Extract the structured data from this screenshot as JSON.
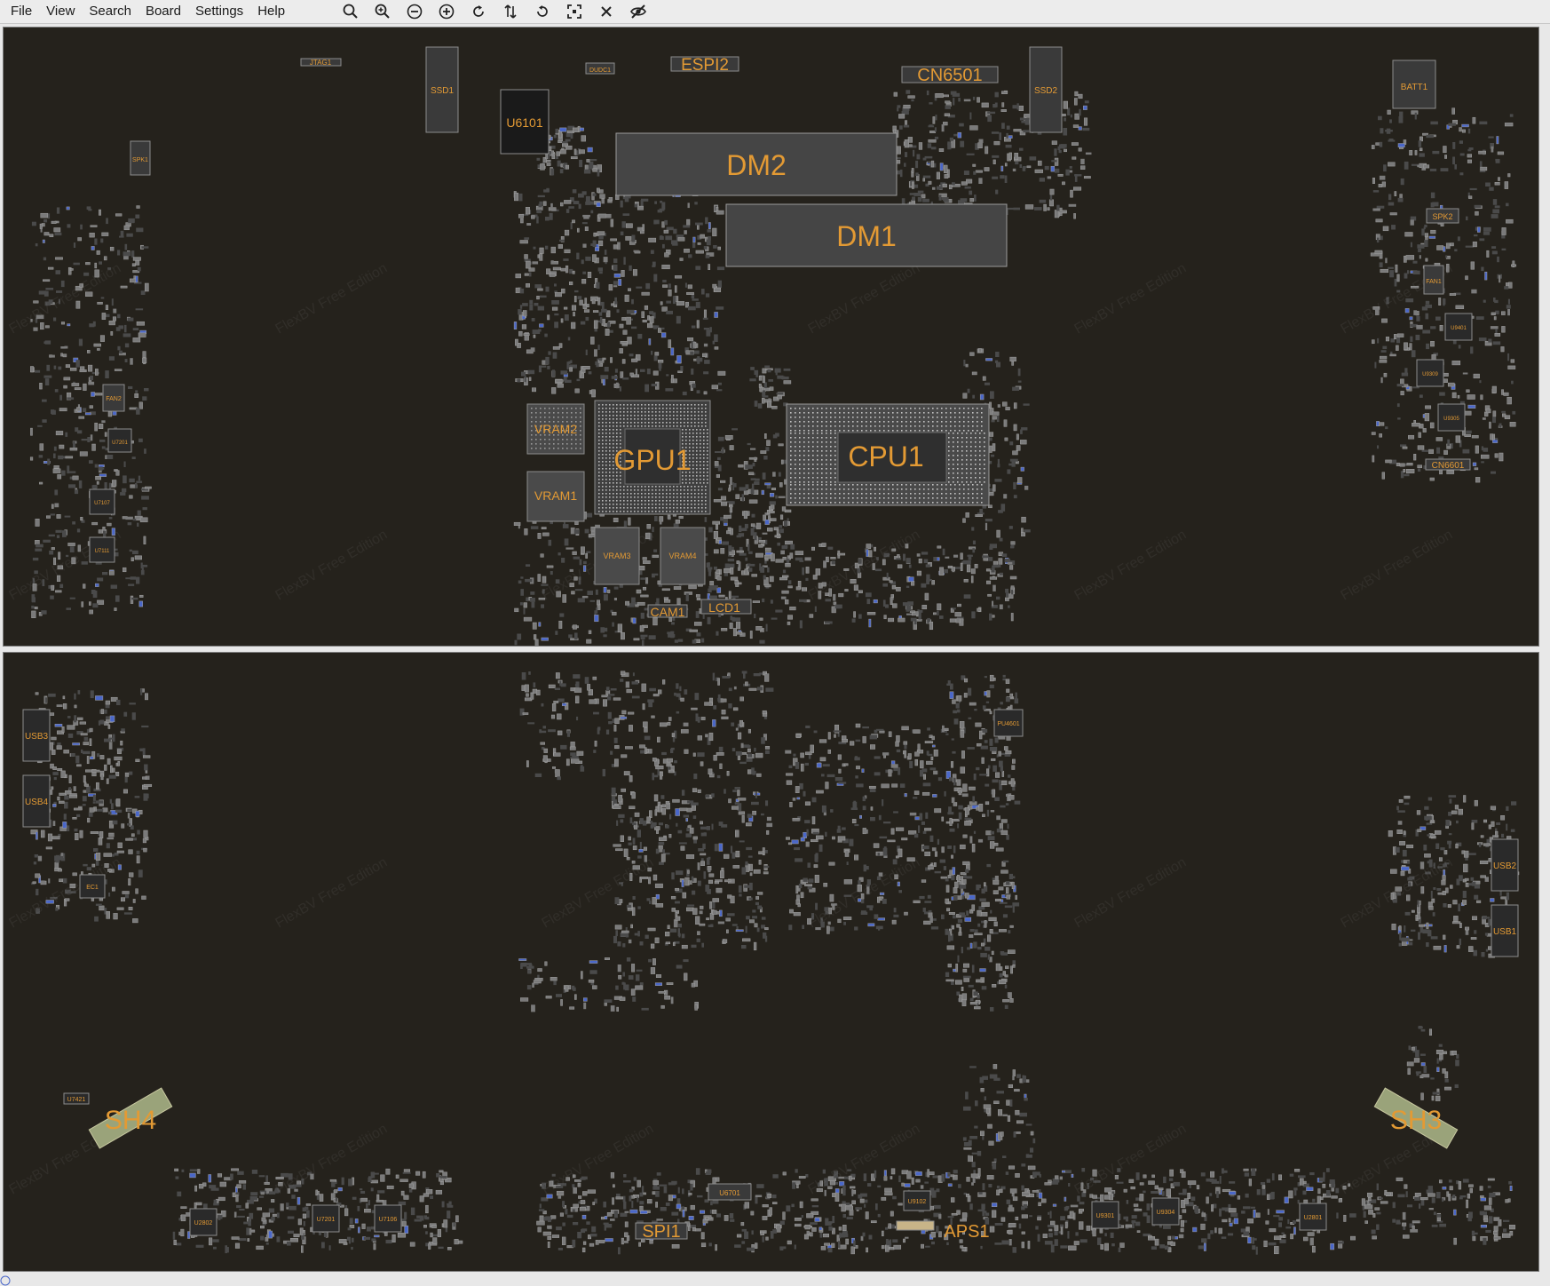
{
  "menu": {
    "file": "File",
    "view": "View",
    "search": "Search",
    "board": "Board",
    "settings": "Settings",
    "help": "Help"
  },
  "toolbar": {
    "icons": [
      "zoom-fit-icon",
      "zoom-in-icon",
      "zoom-out-icon",
      "zoom-add-icon",
      "rotate-ccw-icon",
      "flip-icon",
      "rotate-cw-icon",
      "fit-screen-icon",
      "close-icon",
      "hide-icon"
    ]
  },
  "colors": {
    "board_bg": "#25221c",
    "label": "#e39a34",
    "component": "#3c3c3c",
    "component_edge": "#8a8a8a",
    "pad_blue": "#4a67c9"
  },
  "watermark": "FlexBV Free Edition",
  "top_board": {
    "labels": {
      "jtag": "JTAG1",
      "espi": "ESPI2",
      "ssd1": "SSD1",
      "ssd2": "SSD2",
      "dudc": "DUDC1",
      "cn6501": "CN6501",
      "u6101": "U6101",
      "dm2": "DM2",
      "dm1": "DM1",
      "batt": "BATT1",
      "spk1": "SPK1",
      "spk2": "SPK2",
      "fan1": "FAN1",
      "fan2": "FAN2",
      "vram2": "VRAM2",
      "vram1": "VRAM1",
      "gpu": "GPU1",
      "cpu": "CPU1",
      "vram3": "VRAM3",
      "vram4": "VRAM4",
      "cam": "CAM1",
      "lcd": "LCD1",
      "cn6601": "CN6601",
      "u7201": "U7201",
      "u7107": "U7107",
      "u7111": "U7111",
      "u9401": "U9401",
      "u9309": "U9309",
      "u9305": "U9305"
    }
  },
  "bottom_board": {
    "labels": {
      "usb3": "USB3",
      "usb4": "USB4",
      "usb2": "USB2",
      "usb1": "USB1",
      "pu4601": "PU4601",
      "sh4": "SH4",
      "sh3": "SH3",
      "u7421": "U7421",
      "u2802": "U2802",
      "u7201": "U7201",
      "u7106": "U7106",
      "spi": "SPI1",
      "u6701": "U6701",
      "u9102": "U9102",
      "aps": "APS1",
      "u9301": "U9301",
      "u9304": "U9304",
      "u2801": "U2801",
      "ec": "EC1"
    }
  }
}
